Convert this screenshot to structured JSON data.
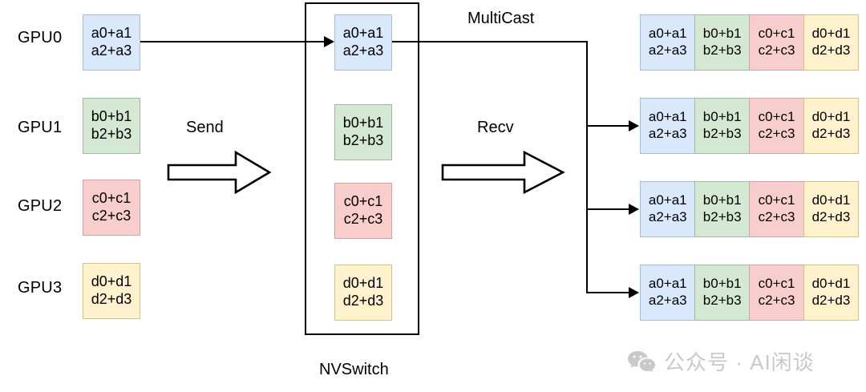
{
  "diagram": {
    "title_labels": {
      "send": "Send",
      "recv": "Recv",
      "multicast": "MultiCast",
      "nvswitch": "NVSwitch"
    },
    "gpus": [
      {
        "name": "GPU0",
        "line1": "a0+a1",
        "line2": "a2+a3",
        "color": "#dae8fc",
        "border": "#a5bdd9",
        "swatch": "blue"
      },
      {
        "name": "GPU1",
        "line1": "b0+b1",
        "line2": "b2+b3",
        "color": "#d5e8d4",
        "border": "#9cc095",
        "swatch": "green"
      },
      {
        "name": "GPU2",
        "line1": "c0+c1",
        "line2": "c2+c3",
        "color": "#f8cecc",
        "border": "#d8a0a0",
        "swatch": "red"
      },
      {
        "name": "GPU3",
        "line1": "d0+d1",
        "line2": "d2+d3",
        "color": "#fff2cc",
        "border": "#d9c27a",
        "swatch": "yellow"
      }
    ],
    "nvswitch_blocks": [
      {
        "line1": "a0+a1",
        "line2": "a2+a3",
        "swatch": "blue"
      },
      {
        "line1": "b0+b1",
        "line2": "b2+b3",
        "swatch": "green"
      },
      {
        "line1": "c0+c1",
        "line2": "c2+c3",
        "swatch": "red"
      },
      {
        "line1": "d0+d1",
        "line2": "d2+d3",
        "swatch": "yellow"
      }
    ],
    "result_cells": [
      {
        "line1": "a0+a1",
        "line2": "a2+a3",
        "swatch": "blue"
      },
      {
        "line1": "b0+b1",
        "line2": "b2+b3",
        "swatch": "green"
      },
      {
        "line1": "c0+c1",
        "line2": "c2+c3",
        "swatch": "red"
      },
      {
        "line1": "d0+d1",
        "line2": "d2+d3",
        "swatch": "yellow"
      }
    ],
    "result_row_count": 4,
    "colors": {
      "blue_fill": "#dae8fc",
      "green_fill": "#d5e8d4",
      "red_fill": "#f8cecc",
      "yellow_fill": "#fff2cc",
      "stroke": "#000000",
      "watermark": "#c9c9c9"
    }
  },
  "watermark": {
    "text": "公众号 · AI闲谈",
    "icon": "wechat-icon"
  }
}
